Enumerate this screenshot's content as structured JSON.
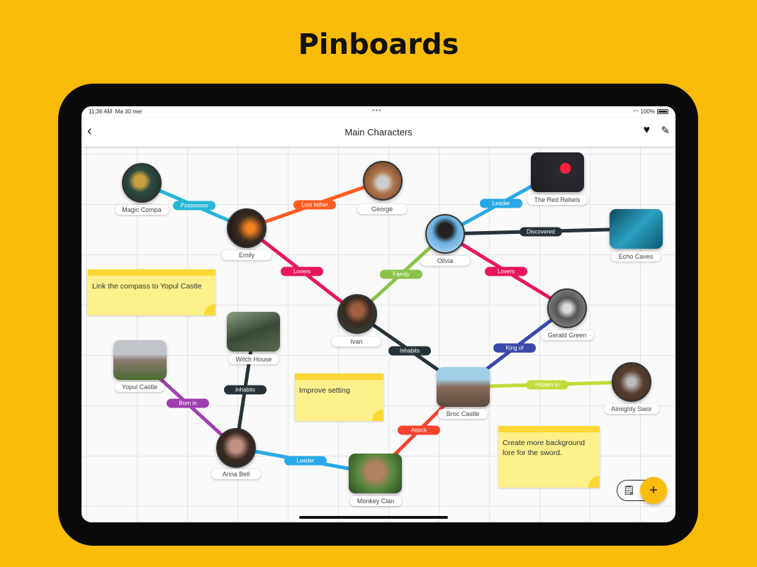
{
  "headline": "Pinboards",
  "status": {
    "time": "11:36 AM",
    "date": "Ma 30 mei",
    "battery": "100%"
  },
  "nav": {
    "title": "Main Characters",
    "back_icon": "‹",
    "heart_icon": "♥",
    "edit_icon": "✎"
  },
  "nodes": {
    "magic": "Magic Compa",
    "george": "George",
    "emily": "Emily",
    "olivia": "Olivia",
    "rebels": "The Red Rebels",
    "echo": "Echo Caves",
    "gerald": "Gerald Green",
    "ivan": "Ivan",
    "witch": "Witch House",
    "yopul": "Yopul Castle",
    "broc": "Broc Castle",
    "sword": "Almighty Swor",
    "anna": "Anna Bell",
    "monkey": "Monkey Clan"
  },
  "edges": {
    "possesses": "Possesses",
    "lost_father": "Lost father",
    "lovers1": "Lovers",
    "family": "Family",
    "leader1": "Leader",
    "discovered": "Discovered",
    "lovers2": "Lovers",
    "inhabits1": "Inhabits",
    "king_of": "King of",
    "hidden_in": "Hidden in",
    "attack": "Attack",
    "inhabits2": "Inhabits",
    "born_in": "Born in",
    "leader2": "Leader"
  },
  "notes": [
    "Link the compass to Yopul Castle",
    "Improve setting",
    "Create more background lore for the sword."
  ],
  "fab": {
    "note_icon": "🗒",
    "add_icon": "+"
  },
  "colors": {
    "background": "#fbbc09",
    "cyan": "#29b6d6",
    "orange": "#ff5a1f",
    "pink": "#e8175d",
    "green": "#8bc34a",
    "blue": "#29a8e8",
    "dark": "#263238",
    "indigo": "#3949ab",
    "lime": "#c0dc3a",
    "red": "#f4442e",
    "purple": "#a040b0"
  }
}
